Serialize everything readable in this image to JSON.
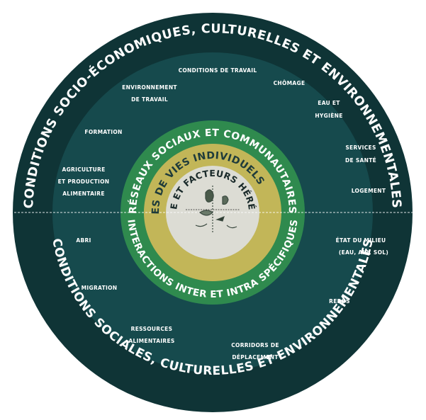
{
  "colors": {
    "ring_outer": "#0f3436",
    "ring_second": "#164a4d",
    "ring_green": "#2f8a4e",
    "ring_olive": "#c2b658",
    "core": "#dcdcd4"
  },
  "outer_ring": {
    "top": "CONDITIONS SOCIO-ÉCONOMIQUES, CULTURELLES ET ENVIRONNEMENTALES",
    "bottom": "CONDITIONS SOCIALES, CULTURELLES ET ENVIRONNEMENTALES"
  },
  "green_ring": {
    "top": "RÉSEAUX SOCIAUX ET COMMUNAUTAIRES",
    "bottom": "INTERACTIONS INTER ET INTRA SPÉCIFIQUES"
  },
  "olive_ring": {
    "top": "MODES DE VIES INDIVIDUELS"
  },
  "core": {
    "top": "AGE, SEXE ET FACTEURS HÉRÉDITAIRES",
    "icon": "wildlife-illustration"
  },
  "determinants": {
    "conditions_travail": "CONDITIONS DE TRAVAIL",
    "environnement_l1": "ENVIRONNEMENT",
    "environnement_l2": "DE TRAVAIL",
    "chomage": "CHÔMAGE",
    "eau_l1": "EAU ET",
    "eau_l2": "HYGIÈNE",
    "formation": "FORMATION",
    "services_l1": "SERVICES",
    "services_l2": "DE SANTÉ",
    "agri_l1": "AGRICULTURE",
    "agri_l2": "ET PRODUCTION",
    "agri_l3": "ALIMENTAIRE",
    "logement": "LOGEMENT",
    "abri": "ABRI",
    "etat_l1": "ÉTAT DU MILIEU",
    "etat_l2": "(EAU, AIR, SOL)",
    "migration": "MIGRATION",
    "repos": "REPOS",
    "ressources_l1": "RESSOURCES",
    "ressources_l2": "ALIMENTAIRES",
    "corridors_l1": "CORRIDORS DE",
    "corridors_l2": "DÉPLACEMENT"
  }
}
